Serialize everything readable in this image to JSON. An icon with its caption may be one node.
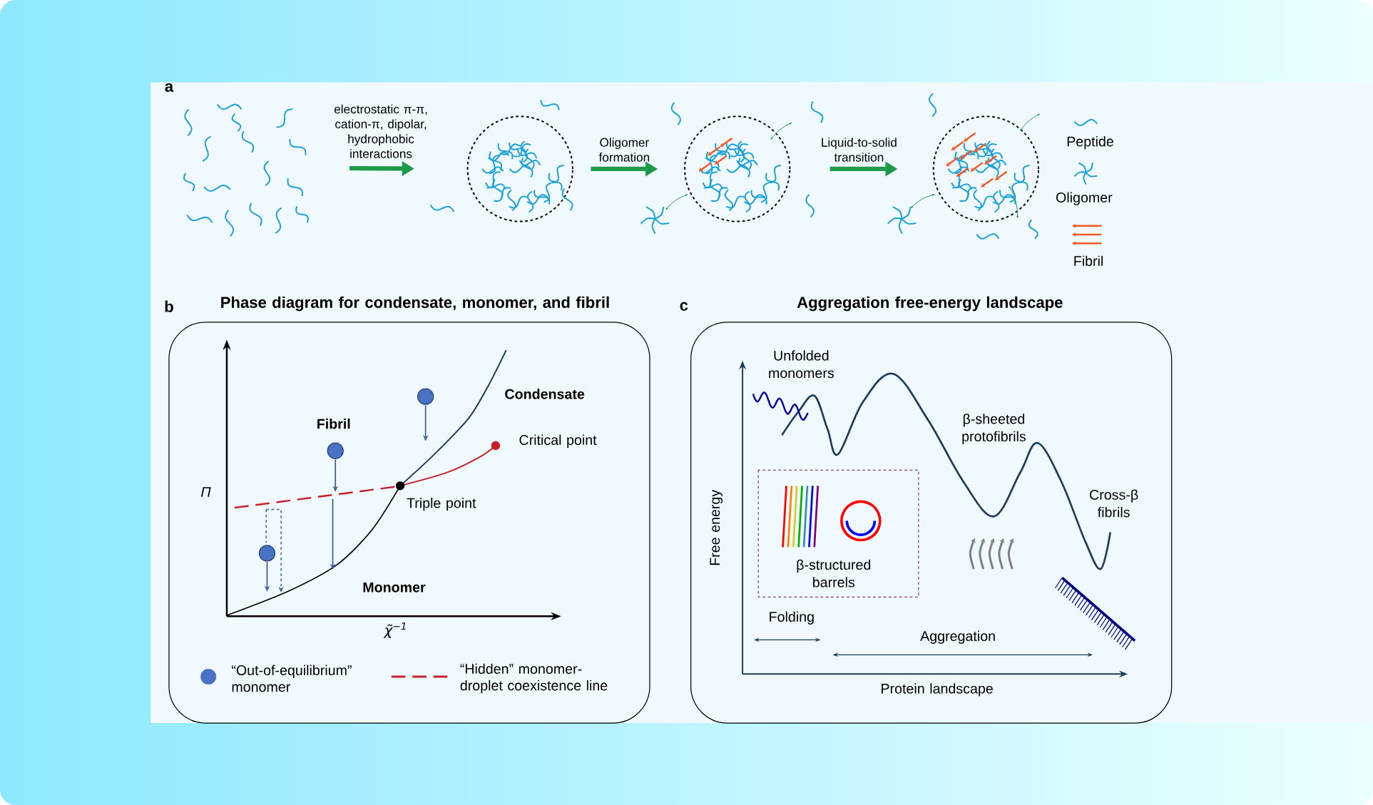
{
  "diagram": {
    "nodes": [
      {
        "text": [],
        "shape": "picture"
      },
      {
        "text": [],
        "shape": "circle"
      },
      {
        "text": [],
        "shape": "circle"
      },
      {
        "text": [],
        "shape": "circle"
      }
    ],
    "edges": [
      {
        "from": 0,
        "to": 1,
        "arrow": "to",
        "label": "electrostatic π-π, cation-π, dipolar, hydrophobic interactions"
      },
      {
        "from": 1,
        "to": 2,
        "arrow": "to",
        "label": "Oligomer formation"
      },
      {
        "from": 2,
        "to": 3,
        "arrow": "to",
        "label": "Liquid-to-solid transition"
      }
    ],
    "labels": [
      "a",
      "b",
      "Phase diagram for condensate, monomer, and fibril",
      "c",
      "Aggregation free-energy landscape",
      "Condensate",
      "Fibril",
      "Critical point",
      "Π",
      "Triple point",
      "Monomer",
      "χ̃$^{−1}$",
      "Unfolded monomers",
      "β-sheeted protofibrils",
      "β-structured barrels",
      "Cross-β fibrils",
      "Free energy",
      "Folding",
      "Aggregation",
      "Protein landscape"
    ],
    "legend": [
      {
        "text": "Peptide"
      },
      {
        "text": "Oligomer"
      },
      {
        "text": "Fibril"
      },
      {
        "text": "“Out-of-equilibrium” monomer",
        "color": "#4a72c4"
      },
      {
        "text": "“Hidden” monomer-droplet coexistence line"
      }
    ]
  }
}
